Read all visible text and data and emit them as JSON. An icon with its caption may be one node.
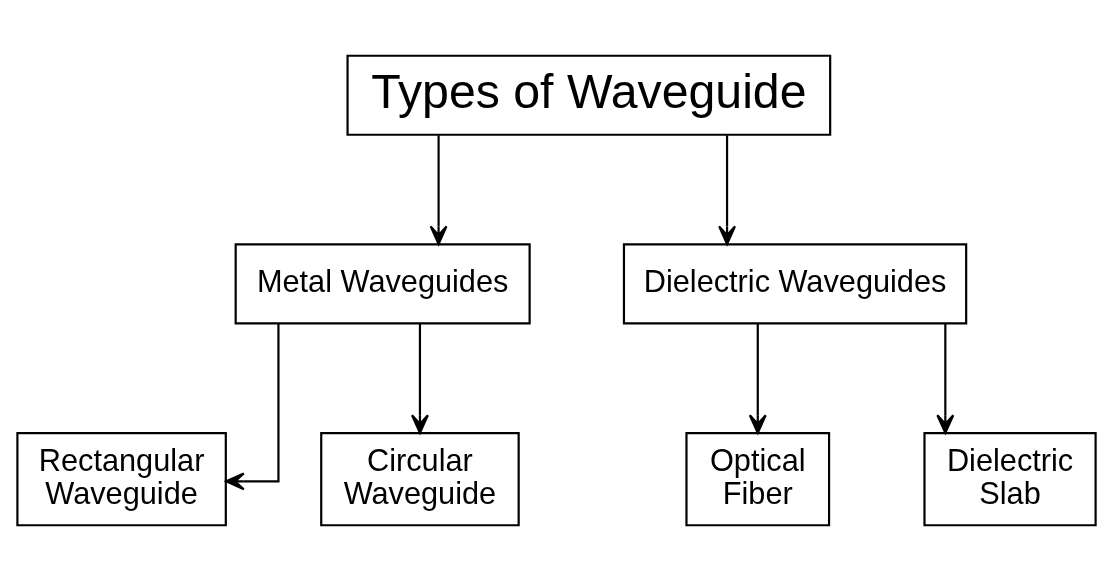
{
  "diagram": {
    "nodes": [
      {
        "text": [
          "Types of Waveguide"
        ]
      },
      {
        "text": [
          "Metal Waveguides"
        ]
      },
      {
        "text": [
          "Dielectric Waveguides"
        ]
      },
      {
        "text": [
          "Rectangular Waveguide"
        ]
      },
      {
        "text": [
          "Circular Waveguide"
        ]
      },
      {
        "text": [
          "Optical Fiber"
        ]
      },
      {
        "text": [
          "Dielectric Slab"
        ]
      }
    ],
    "edges": [
      {
        "from": 0,
        "to": 1,
        "arrow": "to"
      },
      {
        "from": 0,
        "to": 2,
        "arrow": "to"
      },
      {
        "from": 1,
        "to": 3,
        "arrow": "to"
      },
      {
        "from": 1,
        "to": 4,
        "arrow": "to"
      },
      {
        "from": 2,
        "to": 5,
        "arrow": "to"
      },
      {
        "from": 2,
        "to": 6,
        "arrow": "to"
      }
    ]
  }
}
